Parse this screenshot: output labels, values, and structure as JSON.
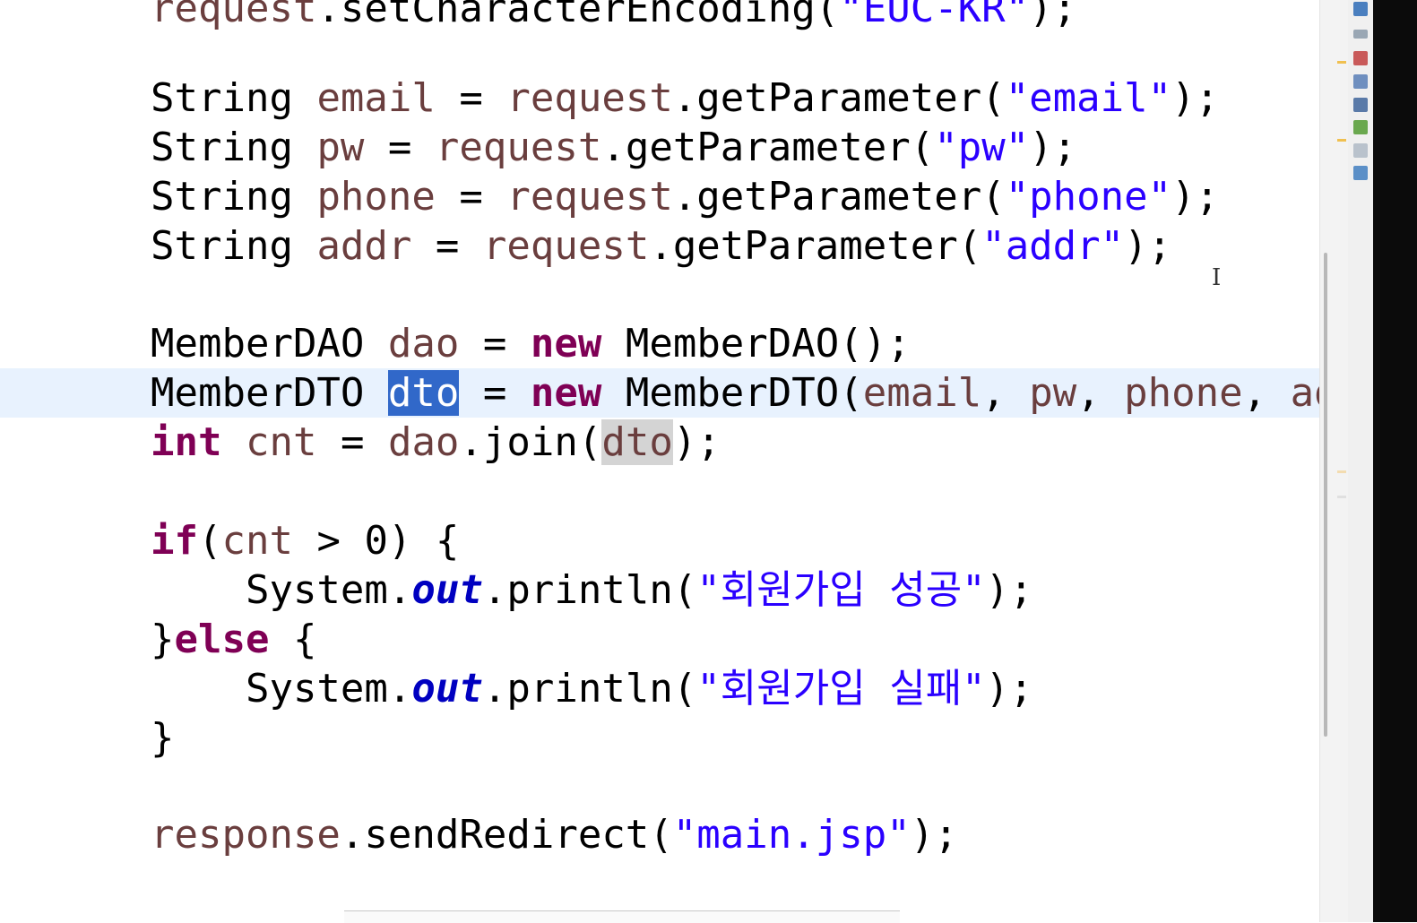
{
  "editor": {
    "lines": [
      {
        "tokens": [
          {
            "t": "request",
            "c": "var"
          },
          {
            "t": ".setCharacterEncoding("
          },
          {
            "t": "\"EUC-KR\"",
            "c": "str"
          },
          {
            "t": ");"
          }
        ]
      },
      {
        "tokens": [
          {
            "t": "String "
          },
          {
            "t": "email",
            "c": "var"
          },
          {
            "t": " = "
          },
          {
            "t": "request",
            "c": "var"
          },
          {
            "t": ".getParameter("
          },
          {
            "t": "\"email\"",
            "c": "str"
          },
          {
            "t": ");"
          }
        ]
      },
      {
        "tokens": [
          {
            "t": "String "
          },
          {
            "t": "pw",
            "c": "var"
          },
          {
            "t": " = "
          },
          {
            "t": "request",
            "c": "var"
          },
          {
            "t": ".getParameter("
          },
          {
            "t": "\"pw\"",
            "c": "str"
          },
          {
            "t": ");"
          }
        ]
      },
      {
        "tokens": [
          {
            "t": "String "
          },
          {
            "t": "phone",
            "c": "var"
          },
          {
            "t": " = "
          },
          {
            "t": "request",
            "c": "var"
          },
          {
            "t": ".getParameter("
          },
          {
            "t": "\"phone\"",
            "c": "str"
          },
          {
            "t": ");"
          }
        ]
      },
      {
        "tokens": [
          {
            "t": "String "
          },
          {
            "t": "addr",
            "c": "var"
          },
          {
            "t": " = "
          },
          {
            "t": "request",
            "c": "var"
          },
          {
            "t": ".getParameter("
          },
          {
            "t": "\"addr\"",
            "c": "str"
          },
          {
            "t": ");"
          }
        ]
      },
      {
        "tokens": [
          {
            "t": "MemberDAO "
          },
          {
            "t": "dao",
            "c": "var"
          },
          {
            "t": " = "
          },
          {
            "t": "new",
            "c": "kw"
          },
          {
            "t": " MemberDAO();"
          }
        ]
      },
      {
        "tokens": [
          {
            "t": "MemberDTO "
          },
          {
            "t": "dto",
            "c": "sel"
          },
          {
            "t": " = "
          },
          {
            "t": "new",
            "c": "kw"
          },
          {
            "t": " MemberDTO("
          },
          {
            "t": "email",
            "c": "var"
          },
          {
            "t": ", "
          },
          {
            "t": "pw",
            "c": "var"
          },
          {
            "t": ", "
          },
          {
            "t": "phone",
            "c": "var"
          },
          {
            "t": ", "
          },
          {
            "t": "add",
            "c": "var"
          }
        ],
        "current": true
      },
      {
        "tokens": [
          {
            "t": "int",
            "c": "kw"
          },
          {
            "t": " "
          },
          {
            "t": "cnt",
            "c": "var"
          },
          {
            "t": " = "
          },
          {
            "t": "dao",
            "c": "var"
          },
          {
            "t": ".join("
          },
          {
            "t": "dto",
            "c": "occ var"
          },
          {
            "t": ");"
          }
        ]
      },
      {
        "tokens": [
          {
            "t": "if",
            "c": "kw"
          },
          {
            "t": "("
          },
          {
            "t": "cnt",
            "c": "var"
          },
          {
            "t": " > 0) {"
          }
        ]
      },
      {
        "tokens": [
          {
            "t": "    System."
          },
          {
            "t": "out",
            "c": "fld"
          },
          {
            "t": ".println("
          },
          {
            "t": "\"회원가입 성공\"",
            "c": "str"
          },
          {
            "t": ");"
          }
        ]
      },
      {
        "tokens": [
          {
            "t": "}"
          },
          {
            "t": "else",
            "c": "kw"
          },
          {
            "t": " {"
          }
        ]
      },
      {
        "tokens": [
          {
            "t": "    System."
          },
          {
            "t": "out",
            "c": "fld"
          },
          {
            "t": ".println("
          },
          {
            "t": "\"회원가입 실패\"",
            "c": "str"
          },
          {
            "t": ");"
          }
        ]
      },
      {
        "tokens": [
          {
            "t": "}"
          }
        ]
      },
      {
        "tokens": [
          {
            "t": "response",
            "c": "var"
          },
          {
            "t": ".sendRedirect("
          },
          {
            "t": "\"main.jsp\"",
            "c": "str"
          },
          {
            "t": ");"
          }
        ]
      }
    ]
  },
  "colors": {
    "keyword": "#7f0055",
    "local_variable": "#6a3e3e",
    "string": "#2a00ff",
    "static_field": "#0000c0",
    "selection": "#3168c9",
    "current_line": "#e8f2fe",
    "occurrence": "#d4d4d4"
  },
  "toolbar_icons": [
    "outline-icon",
    "restore-icon",
    "palette-icon",
    "hierarchy-icon",
    "git-icon",
    "package-icon",
    "console-icon",
    "monitor-icon"
  ]
}
